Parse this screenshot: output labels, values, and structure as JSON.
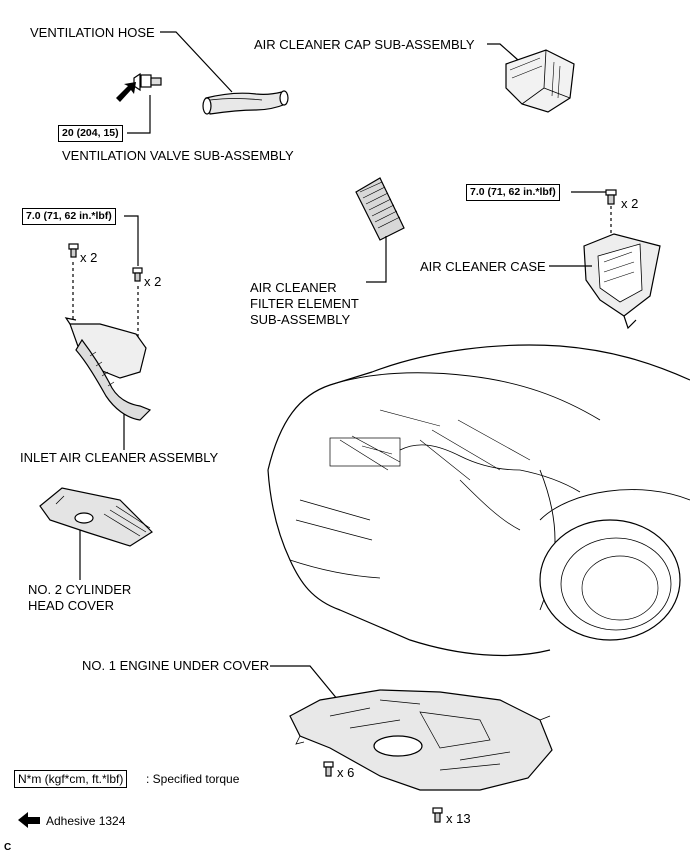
{
  "labels": {
    "ventilation_hose": "VENTILATION HOSE",
    "air_cleaner_cap": "AIR CLEANER CAP SUB-ASSEMBLY",
    "ventilation_valve": "VENTILATION VALVE SUB-ASSEMBLY",
    "filter_line1": "AIR CLEANER",
    "filter_line2": "FILTER ELEMENT",
    "filter_line3": "SUB-ASSEMBLY",
    "air_cleaner_case": "AIR CLEANER CASE",
    "inlet_air_cleaner": "INLET AIR CLEANER ASSEMBLY",
    "head_cover_line1": "NO. 2 CYLINDER",
    "head_cover_line2": "HEAD COVER",
    "under_cover": "NO. 1 ENGINE UNDER COVER"
  },
  "torques": {
    "valve": "20 (204, 15)",
    "inlet": "7.0 (71, 62 in.*lbf)",
    "case": "7.0 (71, 62 in.*lbf)"
  },
  "quantities": {
    "inlet_left": "x 2",
    "inlet_right": "x 2",
    "case": "x 2",
    "under_cover_small": "x 6",
    "under_cover_large": "x 13"
  },
  "legend": {
    "torque_box": "N*m (kgf*cm, ft.*lbf)",
    "torque_text": ": Specified torque",
    "adhesive_text": "Adhesive 1324"
  },
  "figure_note": "C"
}
